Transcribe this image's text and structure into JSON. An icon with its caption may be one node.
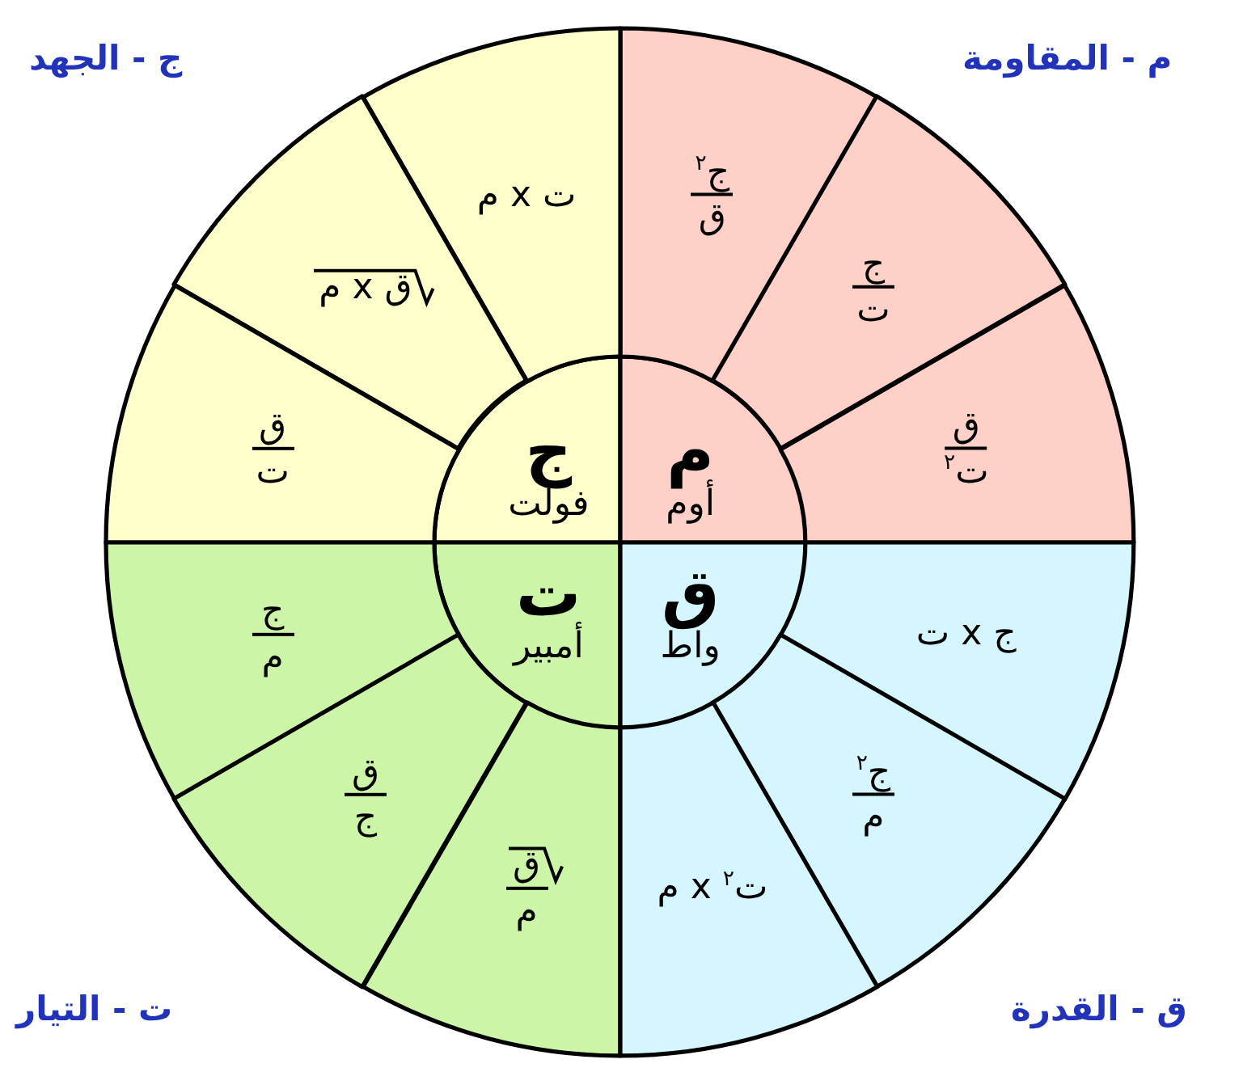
{
  "diagram": {
    "nodes": [
      {
        "text": [
          "ج",
          "فولت"
        ]
      },
      {
        "text": [
          "م",
          "أوم"
        ]
      },
      {
        "text": [
          "ت",
          "أمبير"
        ]
      },
      {
        "text": [
          "ق",
          "واط"
        ]
      },
      {
        "text": [
          "ج$^{٢}$",
          "ق"
        ]
      },
      {
        "text": [
          "ج",
          "ت"
        ]
      },
      {
        "text": [
          "ق",
          "ت$^{٢}$"
        ]
      },
      {
        "text": [
          "ت x م"
        ]
      },
      {
        "text": [
          "ق x م"
        ]
      },
      {
        "text": [
          "ق",
          "ت"
        ]
      },
      {
        "text": [
          "ج",
          "م"
        ]
      },
      {
        "text": [
          "ق",
          "ج"
        ]
      },
      {
        "text": [
          "ق",
          "م"
        ]
      },
      {
        "text": [
          "ج x ت"
        ]
      },
      {
        "text": [
          "ج$^{٢}$",
          "م"
        ]
      },
      {
        "text": [
          "ت$^{٢}$ x م"
        ]
      }
    ],
    "labels": [
      "ج - الجهد",
      "م - المقاومة",
      "ت - التيار",
      "ق - القدرة"
    ]
  }
}
